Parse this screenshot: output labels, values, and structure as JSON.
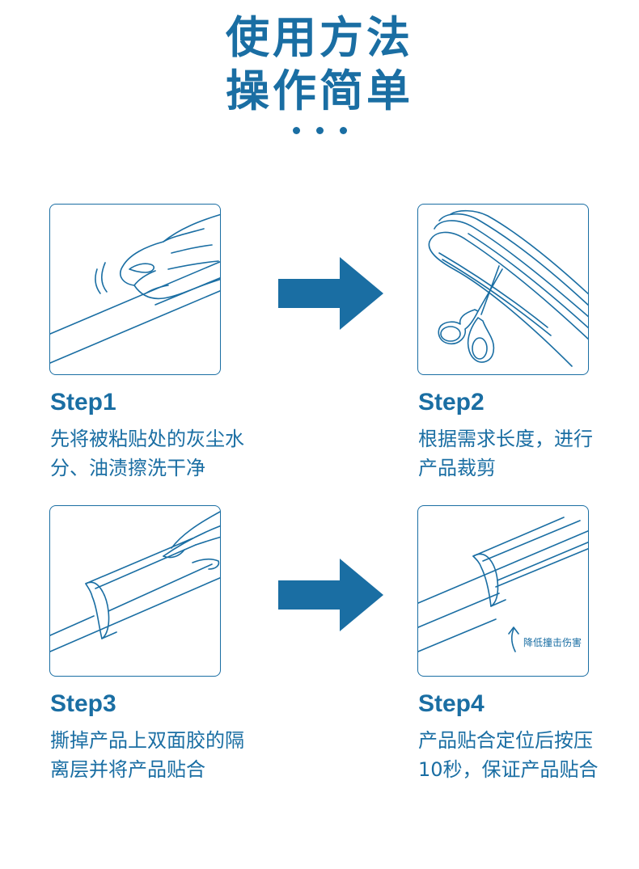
{
  "header": {
    "title_line1": "使用方法",
    "title_line2": "操作简单"
  },
  "steps": [
    {
      "label": "Step1",
      "desc_line1": "先将被粘贴处的灰尘水",
      "desc_line2": "分、油渍擦洗干净"
    },
    {
      "label": "Step2",
      "desc_line1": "根据需求长度，进行",
      "desc_line2": "产品裁剪"
    },
    {
      "label": "Step3",
      "desc_line1": "撕掉产品上双面胶的隔",
      "desc_line2": "离层并将产品贴合"
    },
    {
      "label": "Step4",
      "desc_line1": "产品贴合定位后按压",
      "desc_line2": "10秒，保证产品贴合"
    }
  ],
  "step4_note": "降低撞击伤害",
  "colors": {
    "primary": "#1a6ea3",
    "background": "#ffffff"
  }
}
